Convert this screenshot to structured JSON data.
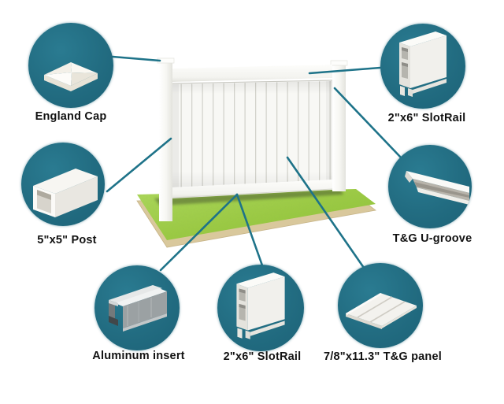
{
  "colors": {
    "badge_teal": "#226c81",
    "connector_line": "#1e7389",
    "grass_green": "#9ccb44",
    "platform_tan": "#d9c89c",
    "fence_white": "#fafaf7",
    "label_text": "#121212"
  },
  "components": [
    {
      "id": "england-cap",
      "label": "England Cap",
      "icon": "pyramid-post-cap-icon"
    },
    {
      "id": "slotrail-top",
      "label": "2\"x6\" SlotRail",
      "icon": "slot-rail-profile-icon"
    },
    {
      "id": "post",
      "label": "5\"x5\" Post",
      "icon": "square-post-tube-icon"
    },
    {
      "id": "u-groove",
      "label": "T&G U-groove",
      "icon": "u-groove-channel-icon"
    },
    {
      "id": "aluminum-insert",
      "label": "Aluminum insert",
      "icon": "aluminum-channel-icon"
    },
    {
      "id": "slotrail-bottom",
      "label": "2\"x6\" SlotRail",
      "icon": "slot-rail-profile-icon"
    },
    {
      "id": "tg-panel",
      "label": "7/8\"x11.3\" T&G panel",
      "icon": "tongue-groove-panel-icon"
    }
  ]
}
